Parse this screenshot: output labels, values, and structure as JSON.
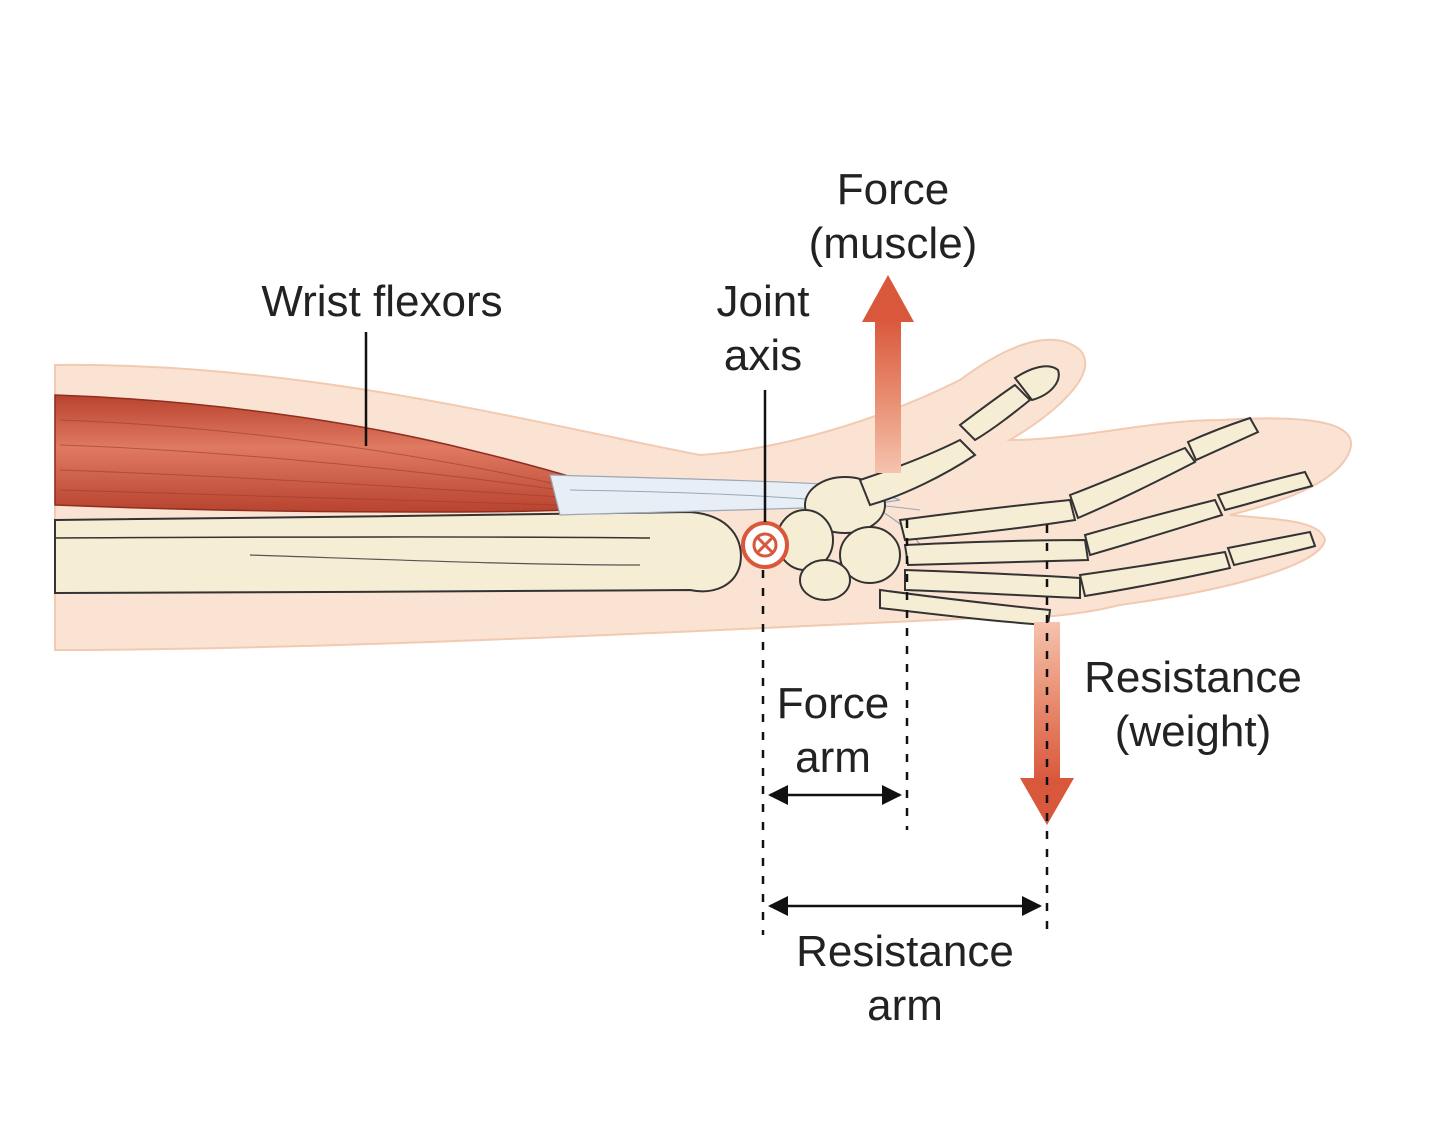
{
  "labels": {
    "wrist_flexors": "Wrist flexors",
    "joint_axis_line1": "Joint",
    "joint_axis_line2": "axis",
    "force_muscle_line1": "Force",
    "force_muscle_line2": "(muscle)",
    "resistance_weight_line1": "Resistance",
    "resistance_weight_line2": "(weight)",
    "force_arm_line1": "Force",
    "force_arm_line2": "arm",
    "resistance_arm_line1": "Resistance",
    "resistance_arm_line2": "arm"
  },
  "colors": {
    "muscle": "#c9553f",
    "skin": "#fbe3d3",
    "bone": "#f6edd5",
    "force_arrow": "#d9573b",
    "text": "#222222"
  }
}
